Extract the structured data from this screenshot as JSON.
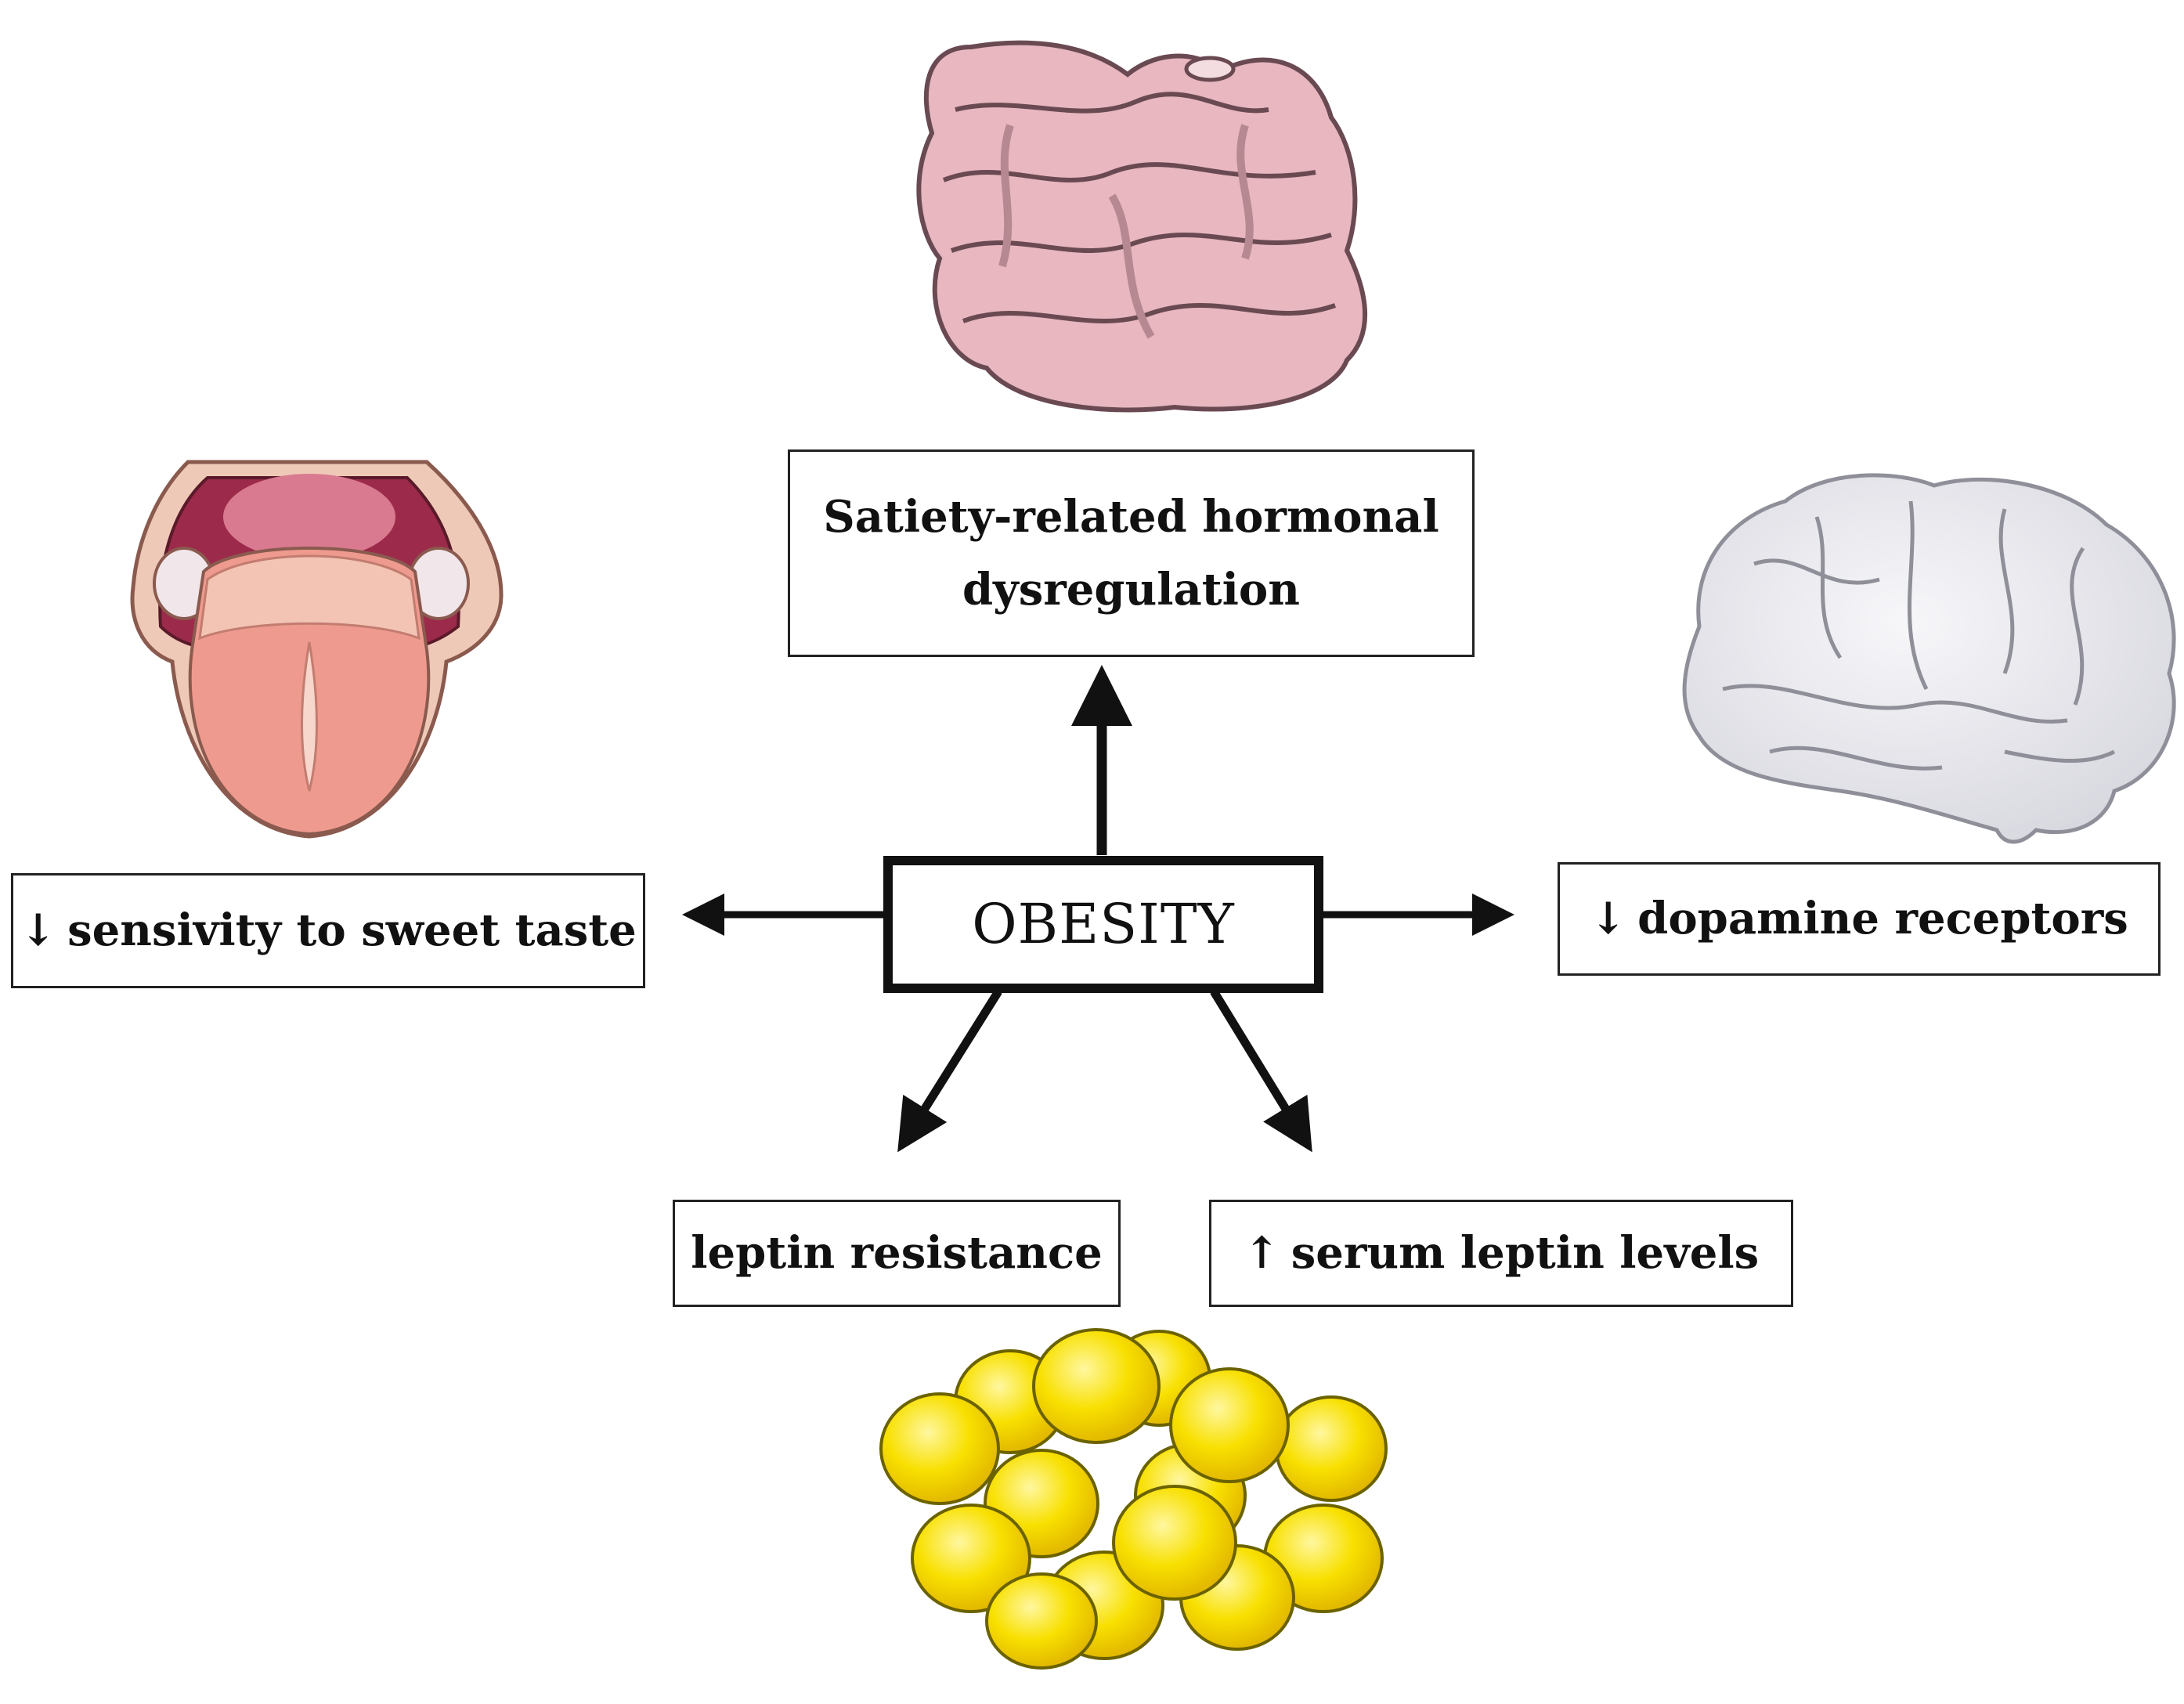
{
  "center": {
    "label": "OBESITY"
  },
  "nodes": {
    "top": {
      "label_line1": "Satiety-related hormonal",
      "label_line2": "dysregulation"
    },
    "left": {
      "prefix": "↓",
      "label": "sensivity to sweet taste"
    },
    "right": {
      "prefix": "↓",
      "label": "dopamine receptors"
    },
    "bottom_left": {
      "label": "leptin resistance"
    },
    "bottom_right": {
      "prefix": "↑",
      "label": "serum leptin levels"
    }
  },
  "icons": [
    "intestine-icon",
    "tongue-icon",
    "brain-icon",
    "fat-cells-icon"
  ],
  "colors": {
    "intestine": "#e8b7bf",
    "tongue": "#ef9a8e",
    "brain": "#e4e4ea",
    "fat": "#f6d800",
    "border": "#111111"
  }
}
